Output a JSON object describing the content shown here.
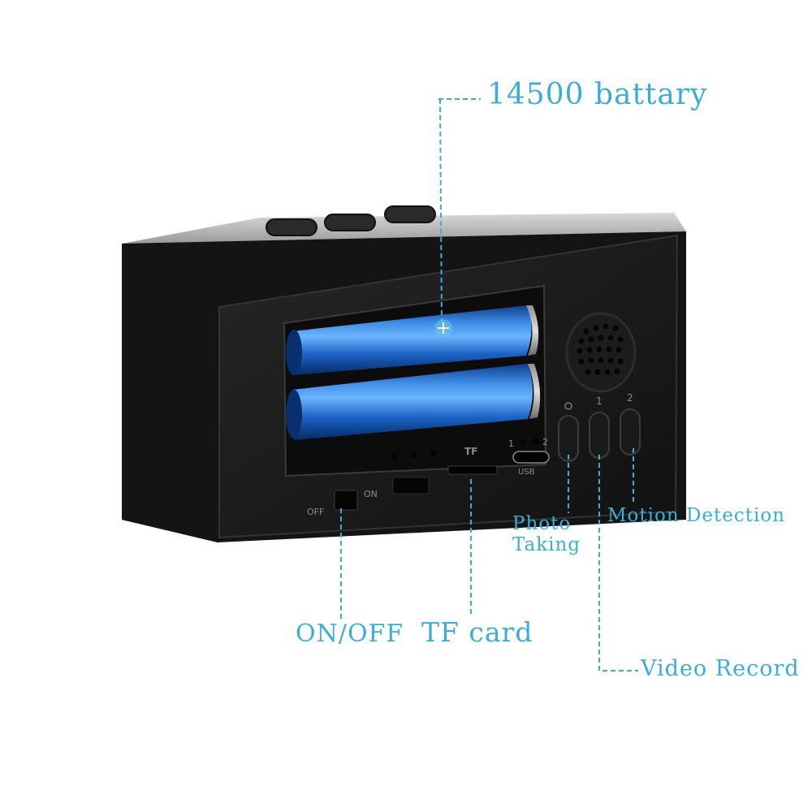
{
  "accent_color": "#3aaed8",
  "callouts": {
    "battery": "14500 battary",
    "photo_line1": "Photo",
    "photo_line2": "Taking",
    "motion": "Motion Detection",
    "onoff": "ON/OFF",
    "tf": "TF card",
    "video": "Video Record"
  },
  "device": {
    "switch_off": "OFF",
    "switch_on": "ON",
    "slot_label": "TF",
    "port_label": "USB",
    "indicator_numbers": [
      "1",
      "2"
    ],
    "button_numbers": [
      "1",
      "2"
    ]
  }
}
